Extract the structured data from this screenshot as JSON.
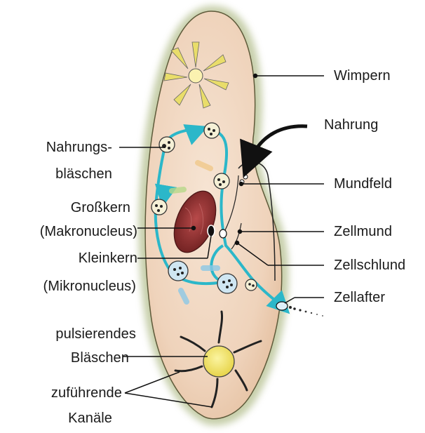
{
  "labels": {
    "wimpern": "Wimpern",
    "nahrung": "Nahrung",
    "nahrungsblaeschen_1": "Nahrungs-",
    "nahrungsblaeschen_2": "bläschen",
    "mundfeld": "Mundfeld",
    "grosskern_1": "Großkern",
    "grosskern_2": "(Makronucleus)",
    "zellmund": "Zellmund",
    "kleinkern_1": "Kleinkern",
    "kleinkern_2": "(Mikronucleus)",
    "zellschlund": "Zellschlund",
    "zellafter": "Zellafter",
    "pulsierend_1": "pulsierendes",
    "pulsierend_2": "Bläschen",
    "kanaele_1": "zuführende",
    "kanaele_2": "Kanäle"
  },
  "colors": {
    "cell_body": "#f1d9c4",
    "cilia": "#8a9a5b",
    "cytoplasm_stream": "#2bb7c9",
    "macronucleus": "#8e2f2f",
    "contractile_vacuole": "#f3ea6e",
    "food_vacuole_fill": "#f5f0d6",
    "food_vacuole_blue": "#cfe6f2",
    "leader_line": "#111111"
  },
  "icons": {
    "food_arrow": "curved-arrow-icon",
    "star_vacuole": "star-vacuole-icon"
  }
}
